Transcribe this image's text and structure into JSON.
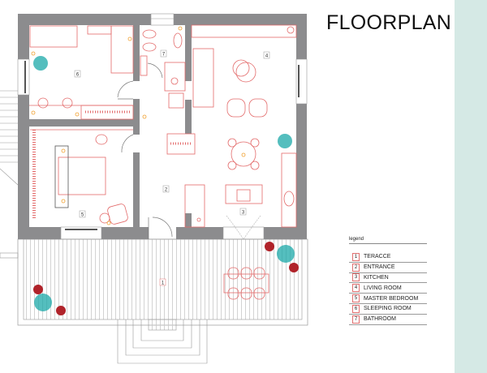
{
  "title": "FLOORPLAN",
  "legend": {
    "heading": "legend",
    "items": [
      {
        "num": "1",
        "label": "TERACCE"
      },
      {
        "num": "2",
        "label": "ENTRANCE"
      },
      {
        "num": "3",
        "label": "KITCHEN"
      },
      {
        "num": "4",
        "label": "LIVING ROOM"
      },
      {
        "num": "5",
        "label": "MASTER BEDROOM"
      },
      {
        "num": "6",
        "label": "SLEEPING ROOM"
      },
      {
        "num": "7",
        "label": "BATHROOM"
      }
    ]
  },
  "colors": {
    "wall": "#8c8c8e",
    "furniture": "#e36a6a",
    "plant": "#1ba8a8",
    "flower": "#b0232a",
    "light": "#f0a030",
    "accent_strip": "#d5e9e5"
  }
}
